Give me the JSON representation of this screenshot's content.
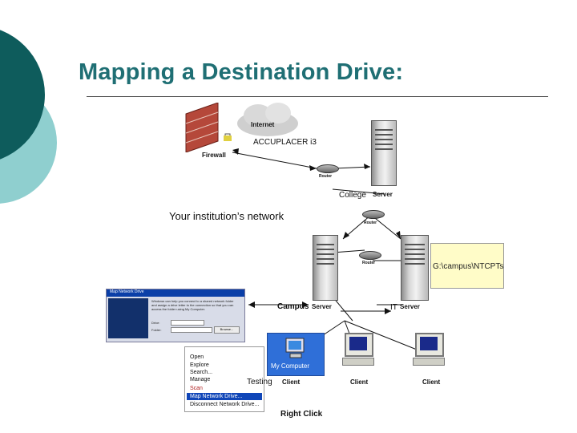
{
  "slide": {
    "title": "Mapping a Destination Drive:"
  },
  "diagram": {
    "internet_label": "Internet",
    "firewall_label": "Firewall",
    "accuplacer_label": "ACCUPLACER i3",
    "router_label": "Router",
    "server_label": "Server",
    "college_label": "College",
    "network_label": "Your institution’s network",
    "campus_label": "Campus",
    "it_label": "IT",
    "path_label": "G:\\campus\\NTCPTs",
    "client_label": "Client",
    "testing_label": "Testing",
    "my_computer_label": "My Computer",
    "right_click_label": "Right Click"
  },
  "map_dialog": {
    "title": "Map Network Drive",
    "body": "Windows can help you connect to a shared network folder and assign a drive letter to the connection so that you can access the folder using My Computer.",
    "drive_label": "Drive:",
    "folder_label": "Folder:",
    "browse_label": "Browse..."
  },
  "context_menu": {
    "items": [
      "Open",
      "Explore",
      "Search...",
      "Manage",
      "Scan",
      "Map Network Drive...",
      "Disconnect Network Drive..."
    ]
  },
  "colors": {
    "title": "#1f6f74",
    "dark_teal": "#0e5c5c",
    "light_teal": "#8fcfcf",
    "firewall": "#b5483a",
    "path_box": "#fffcc8"
  }
}
